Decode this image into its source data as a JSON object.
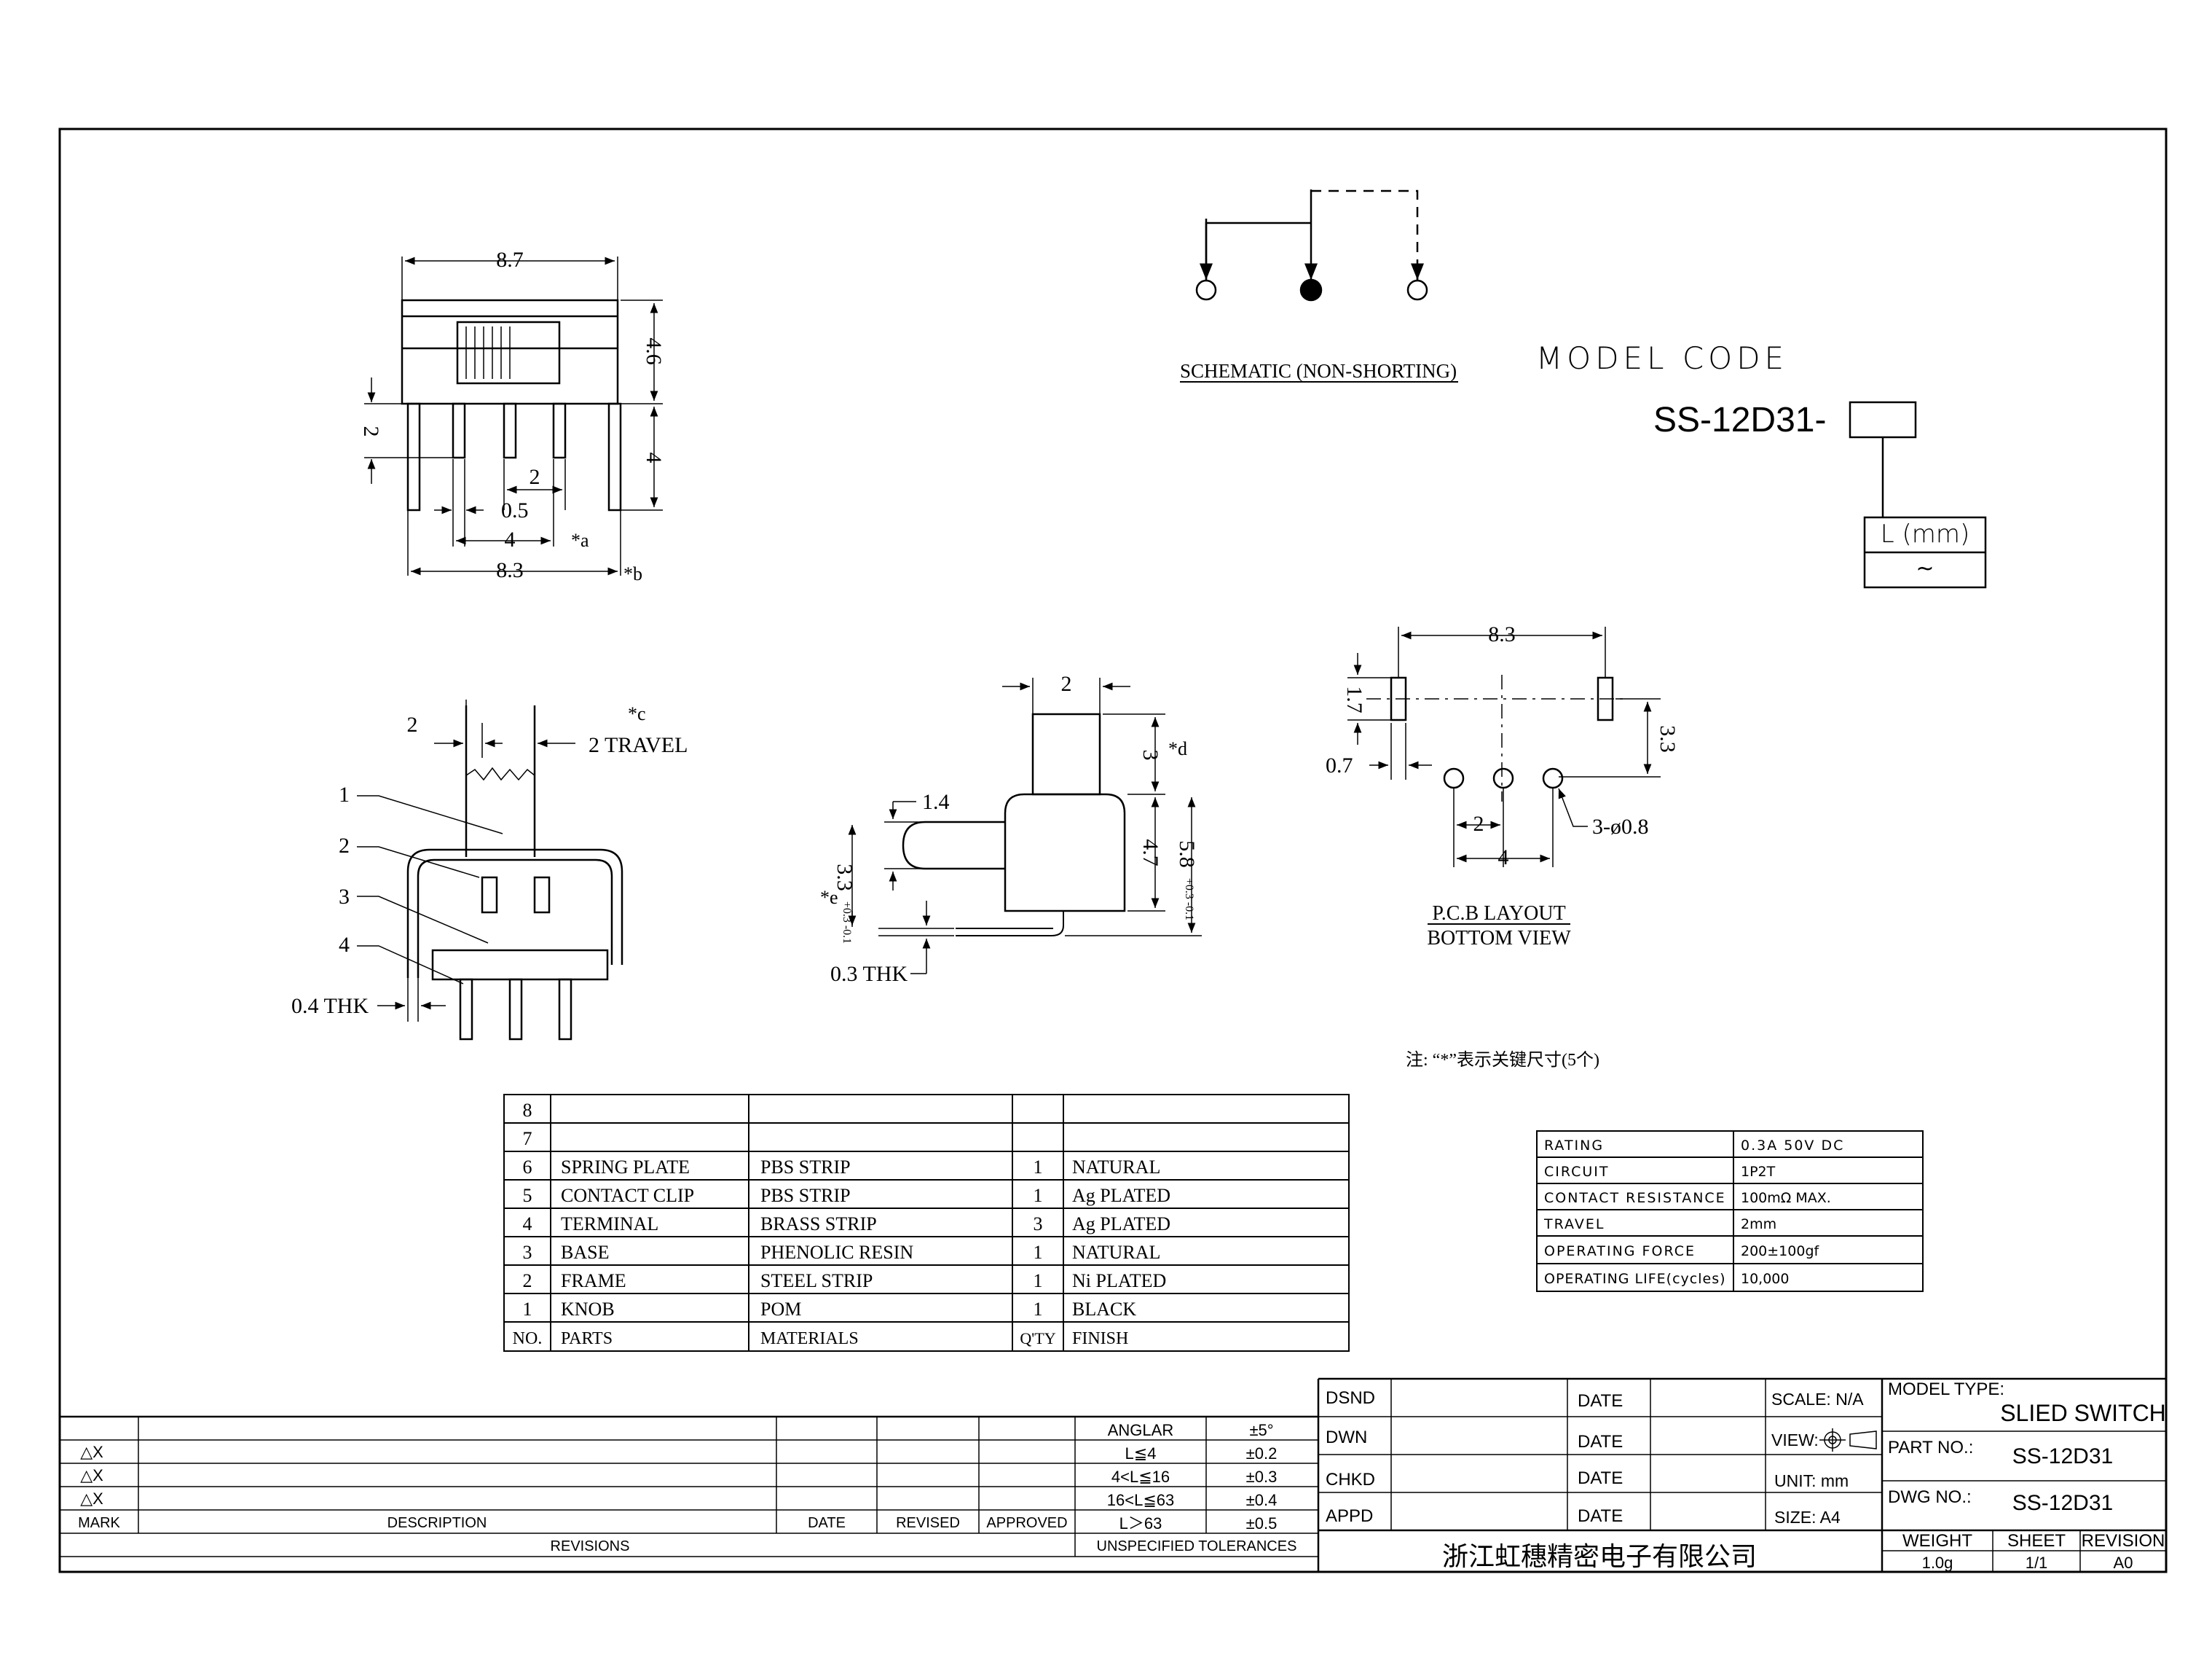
{
  "top_view": {
    "dim_width": "8.7",
    "dim_height": "4.6",
    "dim_pin_length": "4",
    "dim_left_small": "2",
    "dim_pin_pitch": "2",
    "dim_pin_width": "0.5",
    "dim_outer_pins": "4",
    "note_a": "*a",
    "dim_total": "8.3",
    "note_b": "*b"
  },
  "schematic": {
    "title": "SCHEMATIC (NON-SHORTING)"
  },
  "model_code": {
    "title": "MODEL CODE",
    "code": "SS-12D31-",
    "length_label": "L (mm)",
    "length_value": "~"
  },
  "side_view": {
    "dim_knob": "2",
    "note_c": "*c",
    "travel": "2 TRAVEL",
    "callouts": [
      "1",
      "2",
      "3",
      "4"
    ],
    "thickness": "0.4 THK"
  },
  "end_view": {
    "dim_knob": "2",
    "dim_lever": "1.4",
    "dim_knob_height": "3",
    "note_d": "*d",
    "dim_body": "4.7",
    "dim_total": "5.8",
    "tol_total": "+0.3 -0.1",
    "note_e": "*e",
    "dim_base": "3.3",
    "tol_base": "+0.3 -0.1",
    "thickness": "0.3 THK"
  },
  "pcb_layout": {
    "dim_width": "8.3",
    "dim_slot": "1.7",
    "dim_offset": "0.7",
    "dim_row": "3.3",
    "dim_pitch": "2",
    "dim_outer": "4",
    "holes": "3-ø0.8",
    "title_line1": "P.C.B LAYOUT",
    "title_line2": "BOTTOM VIEW"
  },
  "note": "注: “*”表示关键尺寸(5个)",
  "parts_table": {
    "header": [
      "NO.",
      "PARTS",
      "MATERIALS",
      "Q'TY",
      "FINISH"
    ],
    "rows": [
      [
        "8",
        "",
        "",
        "",
        ""
      ],
      [
        "7",
        "",
        "",
        "",
        ""
      ],
      [
        "6",
        "SPRING PLATE",
        "PBS STRIP",
        "1",
        "NATURAL"
      ],
      [
        "5",
        "CONTACT CLIP",
        "PBS STRIP",
        "1",
        "Ag PLATED"
      ],
      [
        "4",
        "TERMINAL",
        "BRASS STRIP",
        "3",
        "Ag PLATED"
      ],
      [
        "3",
        "BASE",
        "PHENOLIC RESIN",
        "1",
        "NATURAL"
      ],
      [
        "2",
        "FRAME",
        "STEEL STRIP",
        "1",
        "Ni PLATED"
      ],
      [
        "1",
        "KNOB",
        "POM",
        "1",
        "BLACK"
      ]
    ]
  },
  "specs_table": {
    "rows": [
      [
        "RATING",
        "0.3A 50V DC"
      ],
      [
        "CIRCUIT",
        "1P2T"
      ],
      [
        "CONTACT RESISTANCE",
        "100mΩ MAX."
      ],
      [
        "TRAVEL",
        "2mm"
      ],
      [
        "OPERATING FORCE",
        "200±100gf"
      ],
      [
        "OPERATING LIFE(cycles)",
        "10,000"
      ]
    ]
  },
  "title_block": {
    "revisions": {
      "marks": [
        "△X",
        "△X",
        "△X"
      ],
      "header": [
        "MARK",
        "DESCRIPTION",
        "DATE",
        "REVISED",
        "APPROVED"
      ],
      "footer": "REVISIONS"
    },
    "tolerances": {
      "rows": [
        [
          "ANGLAR",
          "±5°"
        ],
        [
          "L≦4",
          "±0.2"
        ],
        [
          "4<L≦16",
          "±0.3"
        ],
        [
          "16<L≦63",
          "±0.4"
        ],
        [
          "L＞63",
          "±0.5"
        ]
      ],
      "footer": "UNSPECIFIED TOLERANCES"
    },
    "signoff": {
      "rows": [
        [
          "DSND",
          "DATE"
        ],
        [
          "DWN",
          "DATE"
        ],
        [
          "CHKD",
          "DATE"
        ],
        [
          "APPD",
          "DATE"
        ]
      ],
      "scale": "SCALE: N/A",
      "view": "VIEW:",
      "unit": "UNIT: mm",
      "size": "SIZE: A4"
    },
    "company": "浙江虹穗精密电子有限公司",
    "model_type_label": "MODEL TYPE:",
    "model_type": "SLIED SWITCH",
    "part_no_label": "PART NO.:",
    "part_no": "SS-12D31",
    "dwg_no_label": "DWG NO.:",
    "dwg_no": "SS-12D31",
    "weight_label": "WEIGHT",
    "weight": "1.0g",
    "sheet_label": "SHEET",
    "sheet": "1/1",
    "revision_label": "REVISION",
    "revision": "A0"
  }
}
